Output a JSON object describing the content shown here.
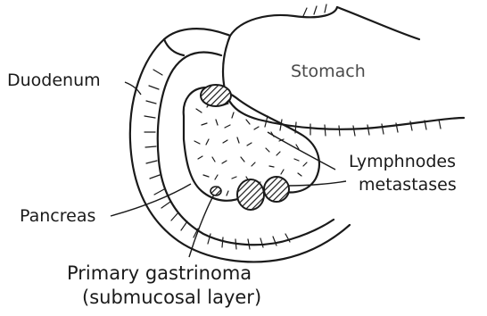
{
  "labels": {
    "duodenum": "Duodenum",
    "stomach": "Stomach",
    "lymphnodes_line1": "Lymphnodes",
    "lymphnodes_line2": "metastases",
    "pancreas": "Pancreas",
    "gastrinoma_line1": "Primary gastrinoma",
    "gastrinoma_line2": "(submucosal layer)"
  },
  "colors": {
    "ink": "#1a1a1a",
    "paper": "#ffffff"
  }
}
